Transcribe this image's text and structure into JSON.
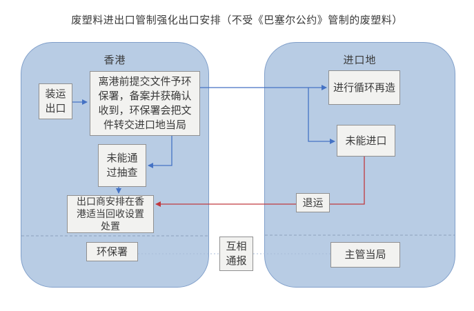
{
  "title": "废塑料进出口管制强化出口安排（不受《巴塞尔公约》管制的废塑料）",
  "regions": {
    "hong_kong": {
      "label": "香港"
    },
    "import_destination": {
      "label": "进口地"
    }
  },
  "nodes": {
    "shipment_export": {
      "label": "装运\n出口"
    },
    "pre_departure_submit": {
      "label": "离港前提交文件予环\n保署，备案并获确认\n收到，环保署会把文\n件转交进口地当局"
    },
    "failed_spot_check": {
      "label": "未能通\n过抽查"
    },
    "exporter_disposal": {
      "label": "出口商安排在香\n港适当回收设置\n处置"
    },
    "epd": {
      "label": "环保署"
    },
    "recycling": {
      "label": "进行循环再造"
    },
    "failed_import": {
      "label": "未能进口"
    },
    "return_shipment": {
      "label": "退运"
    },
    "mutual_notification": {
      "label": "互相\n通报"
    },
    "competent_authority": {
      "label": "主管当局"
    }
  },
  "colors": {
    "background": "#ffffff",
    "text": "#3a3a3a",
    "region_fill": "#b8cce4",
    "region_border": "#7f9ec9",
    "node_fill": "#f2f2f0",
    "node_border": "#8f8f8f",
    "arrow_blue": "#4472c4",
    "arrow_red": "#c0393e",
    "dashed_line": "#8ca0bd",
    "dotted_line": "#a9bcd8"
  }
}
